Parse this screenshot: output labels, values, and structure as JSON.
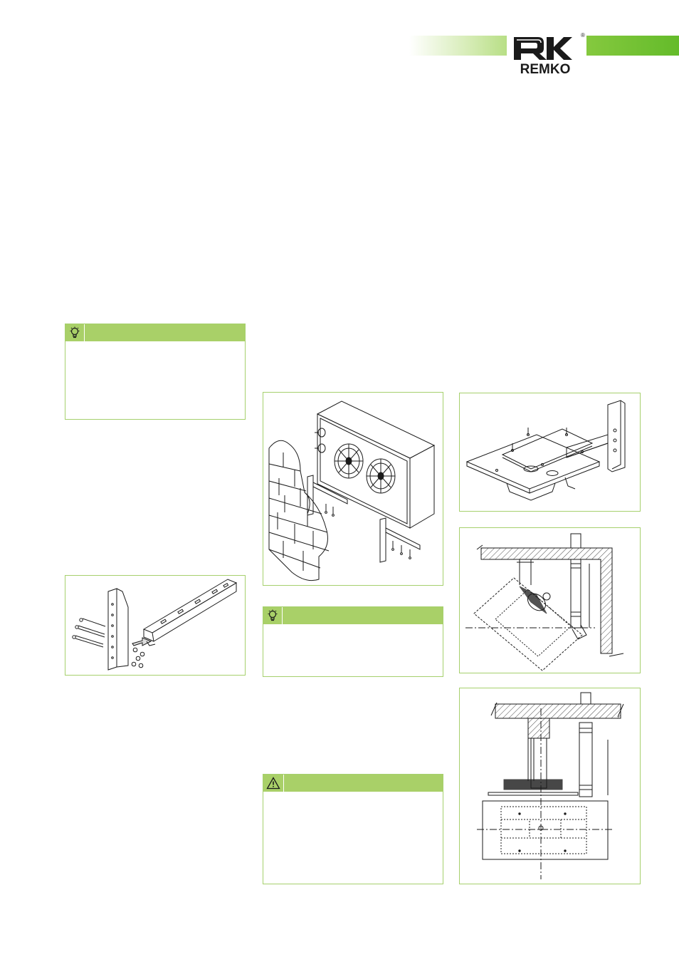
{
  "brand": {
    "name": "REMKO",
    "registered_mark": "®",
    "accent_color": "#64bb2a",
    "panel_color": "#a9d068",
    "border_color": "#a6d06d"
  },
  "notes": [
    {
      "icon": "lightbulb-icon",
      "text": ""
    },
    {
      "icon": "lightbulb-icon",
      "text": ""
    }
  ],
  "warning": {
    "icon": "warning-triangle-icon",
    "text": ""
  },
  "figures": [
    {
      "id": "bracket-assembly"
    },
    {
      "id": "unit-wall-mounted"
    },
    {
      "id": "wall-bracket-platform"
    },
    {
      "id": "ceiling-mount-angled"
    },
    {
      "id": "ceiling-mount-horizontal"
    }
  ]
}
